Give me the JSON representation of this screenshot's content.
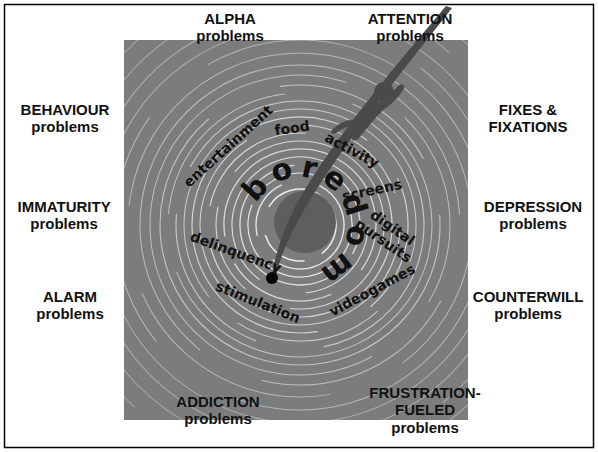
{
  "diagram": {
    "labels": [
      "ALPHA problems",
      "ATTENTION problems",
      "BEHAVIOUR problems",
      "FIXES & FIXATIONS",
      "IMMATURITY problems",
      "DEPRESSION problems",
      "ALARM problems",
      "COUNTERWILL problems",
      "ADDICTION problems",
      "FRUSTRATION-FUELED problems",
      "entertainment",
      "food",
      "activity",
      "screens",
      "digital pursuits",
      "videogames",
      "stimulation",
      "delinquency",
      "boredom"
    ]
  }
}
